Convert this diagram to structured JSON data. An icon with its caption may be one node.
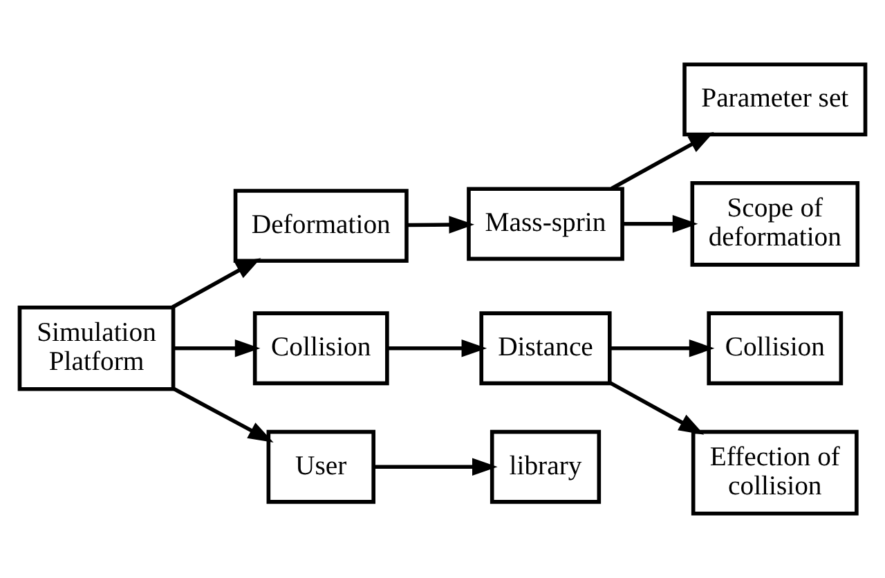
{
  "diagram": {
    "nodes": [
      {
        "text": [
          "Simulation Platform"
        ]
      },
      {
        "text": [
          "Deformation"
        ]
      },
      {
        "text": [
          "Mass-sprin"
        ]
      },
      {
        "text": [
          "Parameter set"
        ]
      },
      {
        "text": [
          "Scope of deformation"
        ]
      },
      {
        "text": [
          "Collision"
        ]
      },
      {
        "text": [
          "Distance"
        ]
      },
      {
        "text": [
          "Collision"
        ]
      },
      {
        "text": [
          "Effection of collision"
        ]
      },
      {
        "text": [
          "User"
        ]
      },
      {
        "text": [
          "library"
        ]
      }
    ],
    "edges": [
      {
        "from": 0,
        "to": 1,
        "arrow": "to"
      },
      {
        "from": 0,
        "to": 5,
        "arrow": "to"
      },
      {
        "from": 0,
        "to": 9,
        "arrow": "to"
      },
      {
        "from": 1,
        "to": 2,
        "arrow": "to"
      },
      {
        "from": 2,
        "to": 3,
        "arrow": "to"
      },
      {
        "from": 2,
        "to": 4,
        "arrow": "to"
      },
      {
        "from": 5,
        "to": 6,
        "arrow": "to"
      },
      {
        "from": 6,
        "to": 7,
        "arrow": "to"
      },
      {
        "from": 6,
        "to": 8,
        "arrow": "to"
      },
      {
        "from": 9,
        "to": 10,
        "arrow": "to"
      }
    ]
  }
}
